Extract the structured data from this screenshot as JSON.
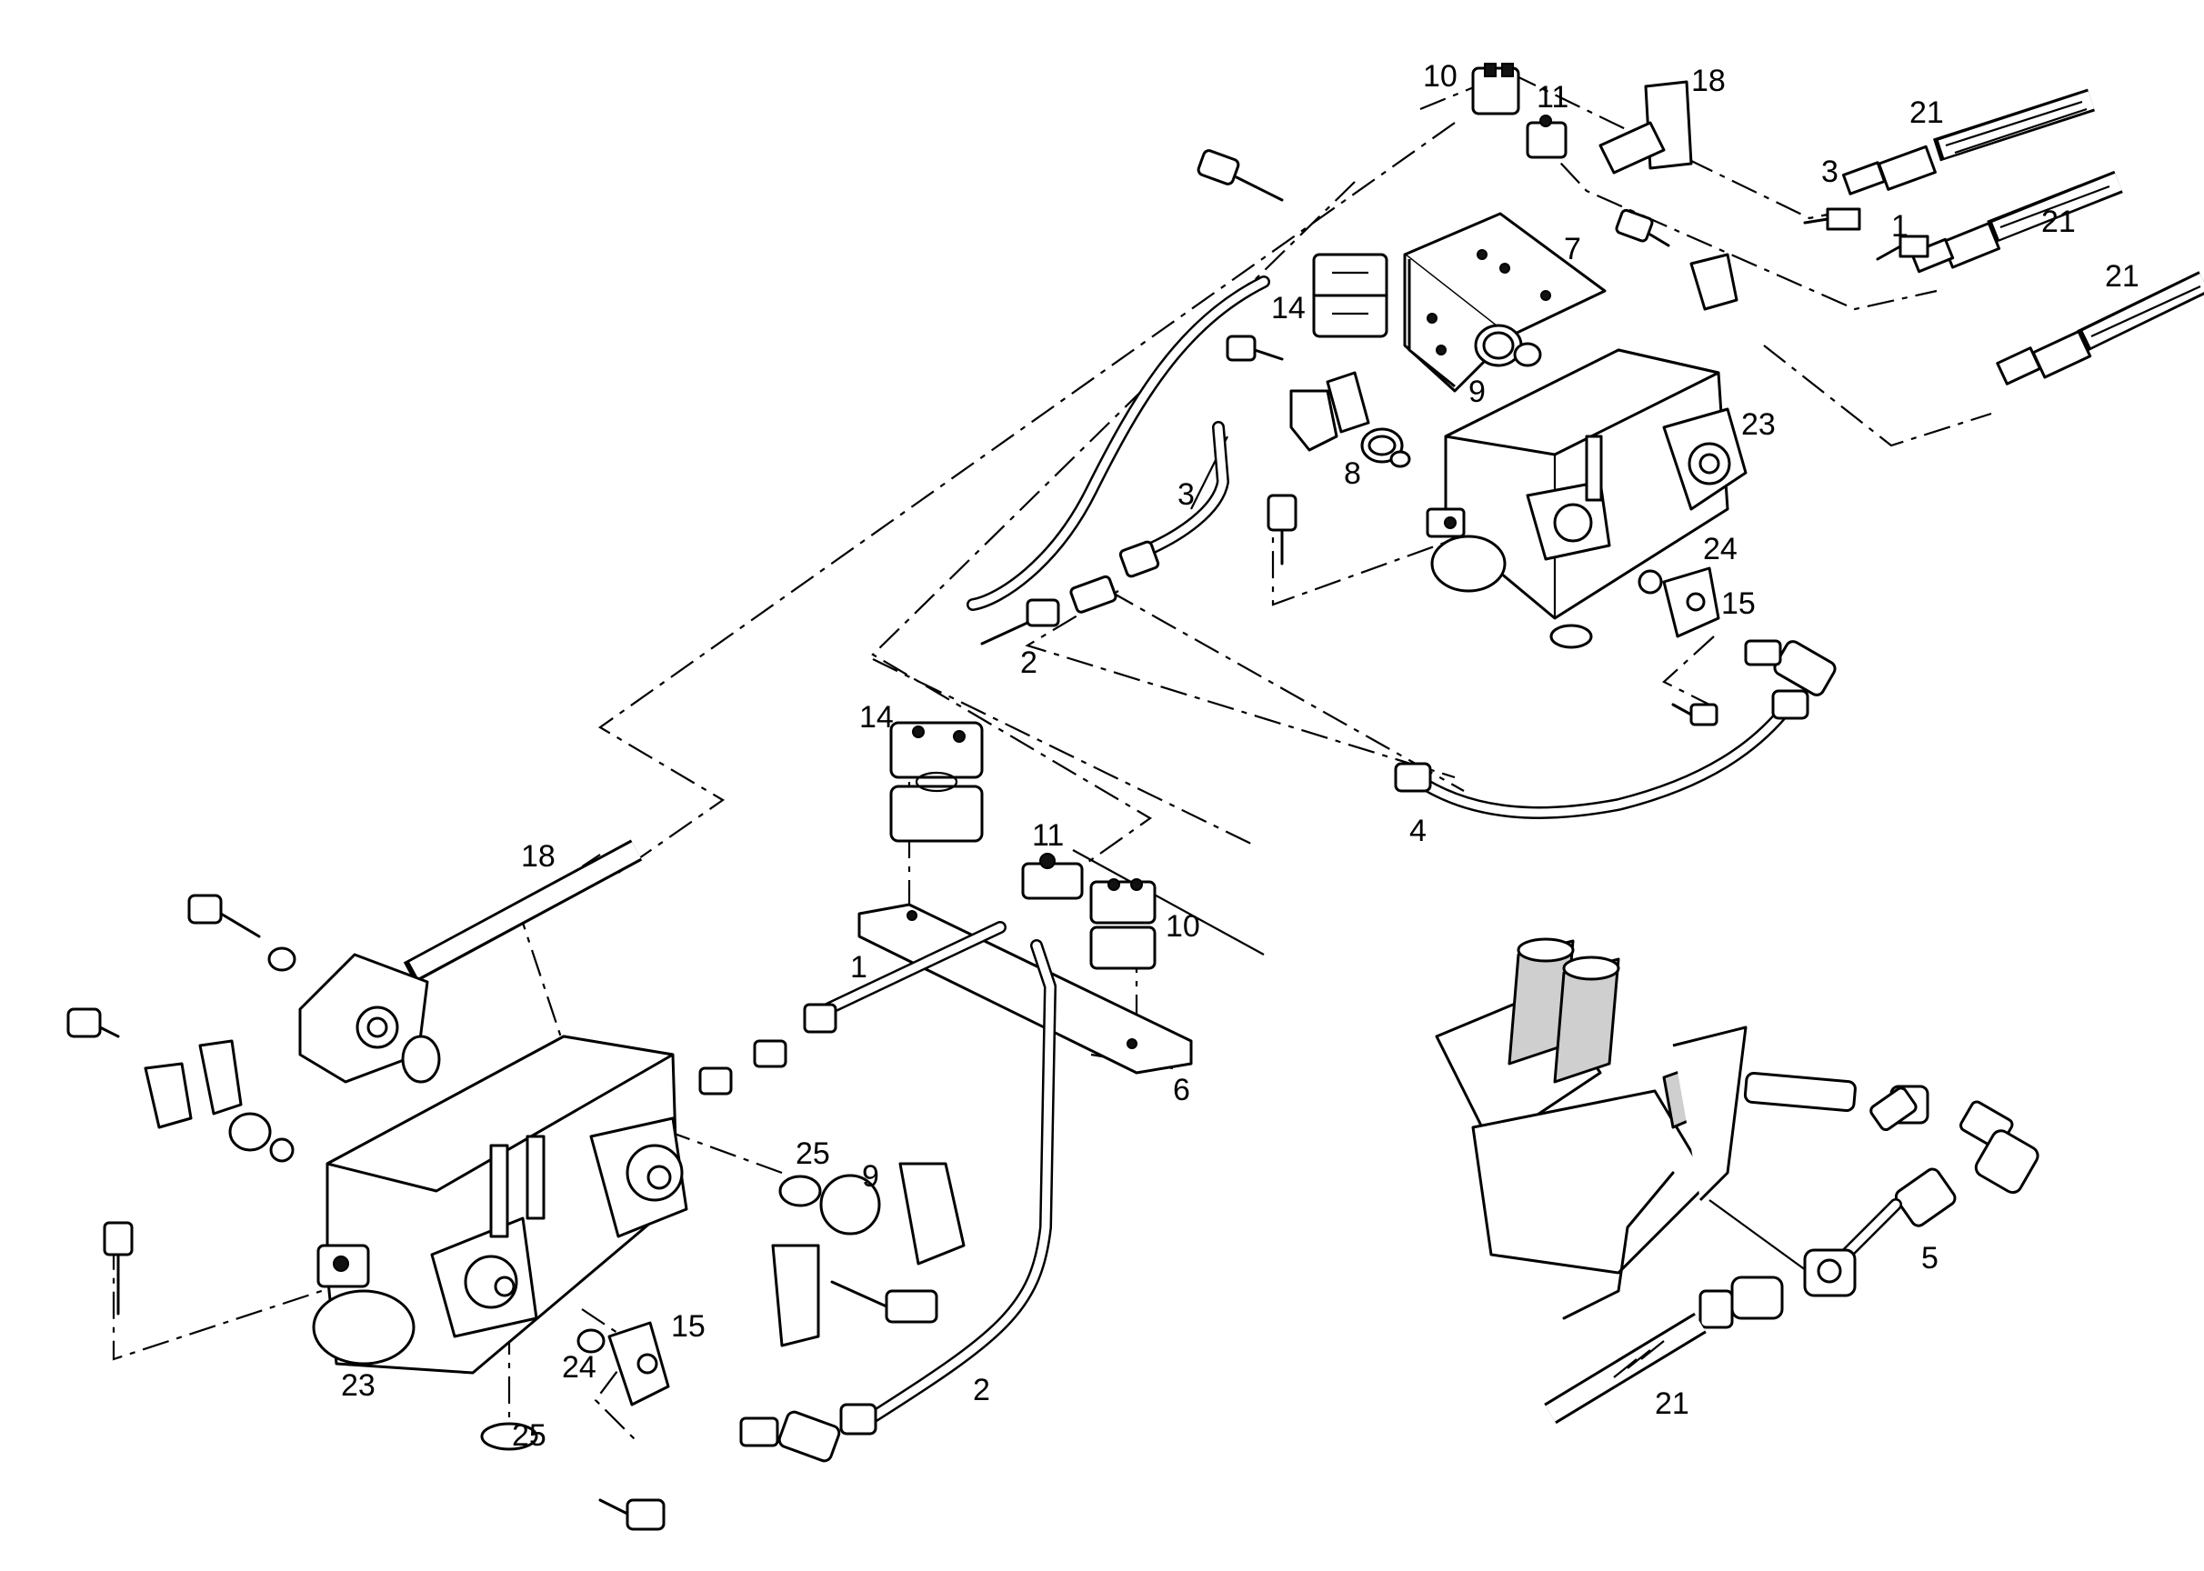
{
  "callouts": {
    "c10_top": "10",
    "c11_top": "11",
    "c18_top": "18",
    "c21_a": "21",
    "c21_b": "21",
    "c21_c": "21",
    "c3_right": "3",
    "c1_right": "1",
    "c7": "7",
    "c14_top": "14",
    "c9_top": "9",
    "c8": "8",
    "c3_mid": "3",
    "c23_top": "23",
    "c24_top": "24",
    "c15_top": "15",
    "c2_mid": "2",
    "c4": "4",
    "c14_mid": "14",
    "c11_mid": "11",
    "c10_mid": "10",
    "c18_left": "18",
    "c1_left": "1",
    "c6": "6",
    "c25_a": "25",
    "c9_low": "9",
    "c15_low": "15",
    "c24_low": "24",
    "c23_low": "23",
    "c25_b": "25",
    "c2_low": "2",
    "c5": "5",
    "c21_low": "21"
  }
}
